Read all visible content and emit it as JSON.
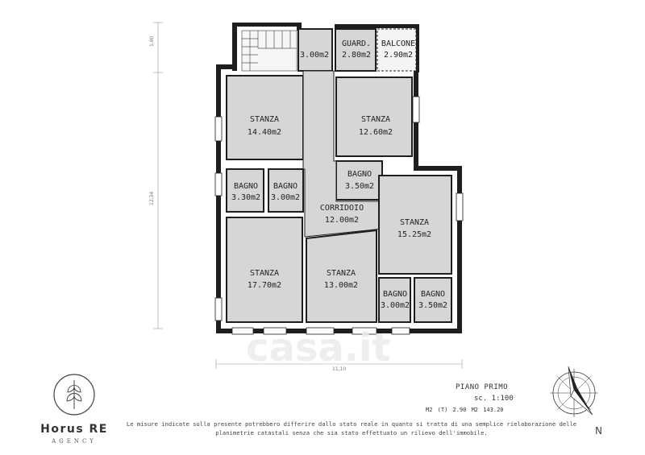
{
  "rooms": [
    {
      "name": "",
      "area": "3.00m2"
    },
    {
      "name": "GUARD.",
      "area": "2.80m2"
    },
    {
      "name": "BALCONE",
      "area": "2.90m2"
    },
    {
      "name": "STANZA",
      "area": "14.40m2"
    },
    {
      "name": "STANZA",
      "area": "12.60m2"
    },
    {
      "name": "BAGNO",
      "area": "3.30m2"
    },
    {
      "name": "BAGNO",
      "area": "3.00m2"
    },
    {
      "name": "BAGNO",
      "area": "3.50m2"
    },
    {
      "name": "CORRIDOIO",
      "area": "12.00m2"
    },
    {
      "name": "STANZA",
      "area": "15.25m2"
    },
    {
      "name": "STANZA",
      "area": "17.70m2"
    },
    {
      "name": "STANZA",
      "area": "13.00m2"
    },
    {
      "name": "BAGNO",
      "area": "3.00m2"
    },
    {
      "name": "BAGNO",
      "area": "3.50m2"
    }
  ],
  "dimensions": {
    "top_left": "1,90",
    "left_total": "12,34",
    "bottom_total": "11,10"
  },
  "info": {
    "floor_title": "PIANO PRIMO",
    "scale": "sc. 1:100",
    "m2_line": "M2 (T) 2.90   M2 143.20",
    "disclaimer": "Le misure indicate sulla presente potrebbero differire dallo stato reale in quanto si tratta di una semplice rielaborazione delle planimetrie catastali senza che sia stato effettuato un rilievo dell'immobile."
  },
  "brand": {
    "name": "Horus RE",
    "subtitle": "AGENCY"
  },
  "watermark": "casa.it",
  "north_label": "N",
  "colors": {
    "room_fill": "#d6d6d6",
    "wall": "#1e1e1e",
    "balcony_fill": "#f4f4f4"
  }
}
